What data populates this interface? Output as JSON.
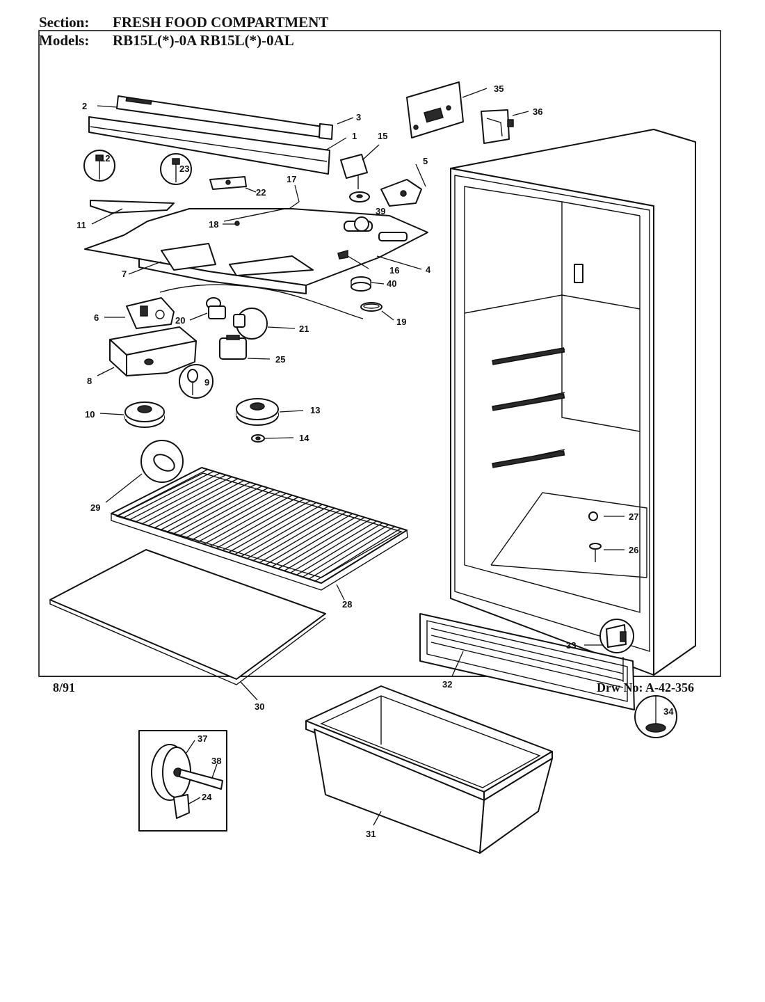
{
  "header": {
    "section_label": "Section:",
    "section_value": "FRESH FOOD COMPARTMENT",
    "models_label": "Models:",
    "models_value": "RB15L(*)-0A   RB15L(*)-0AL"
  },
  "footer": {
    "date": "8/91",
    "drawing_number": "Drw No: A-42-356"
  },
  "callouts": [
    "1",
    "2",
    "3",
    "4",
    "5",
    "6",
    "7",
    "8",
    "9",
    "10",
    "11",
    "12",
    "13",
    "14",
    "15",
    "16",
    "17",
    "18",
    "19",
    "20",
    "21",
    "22",
    "23",
    "24",
    "25",
    "26",
    "27",
    "28",
    "29",
    "30",
    "31",
    "32",
    "33",
    "34",
    "35",
    "36",
    "37",
    "38",
    "39",
    "40"
  ]
}
